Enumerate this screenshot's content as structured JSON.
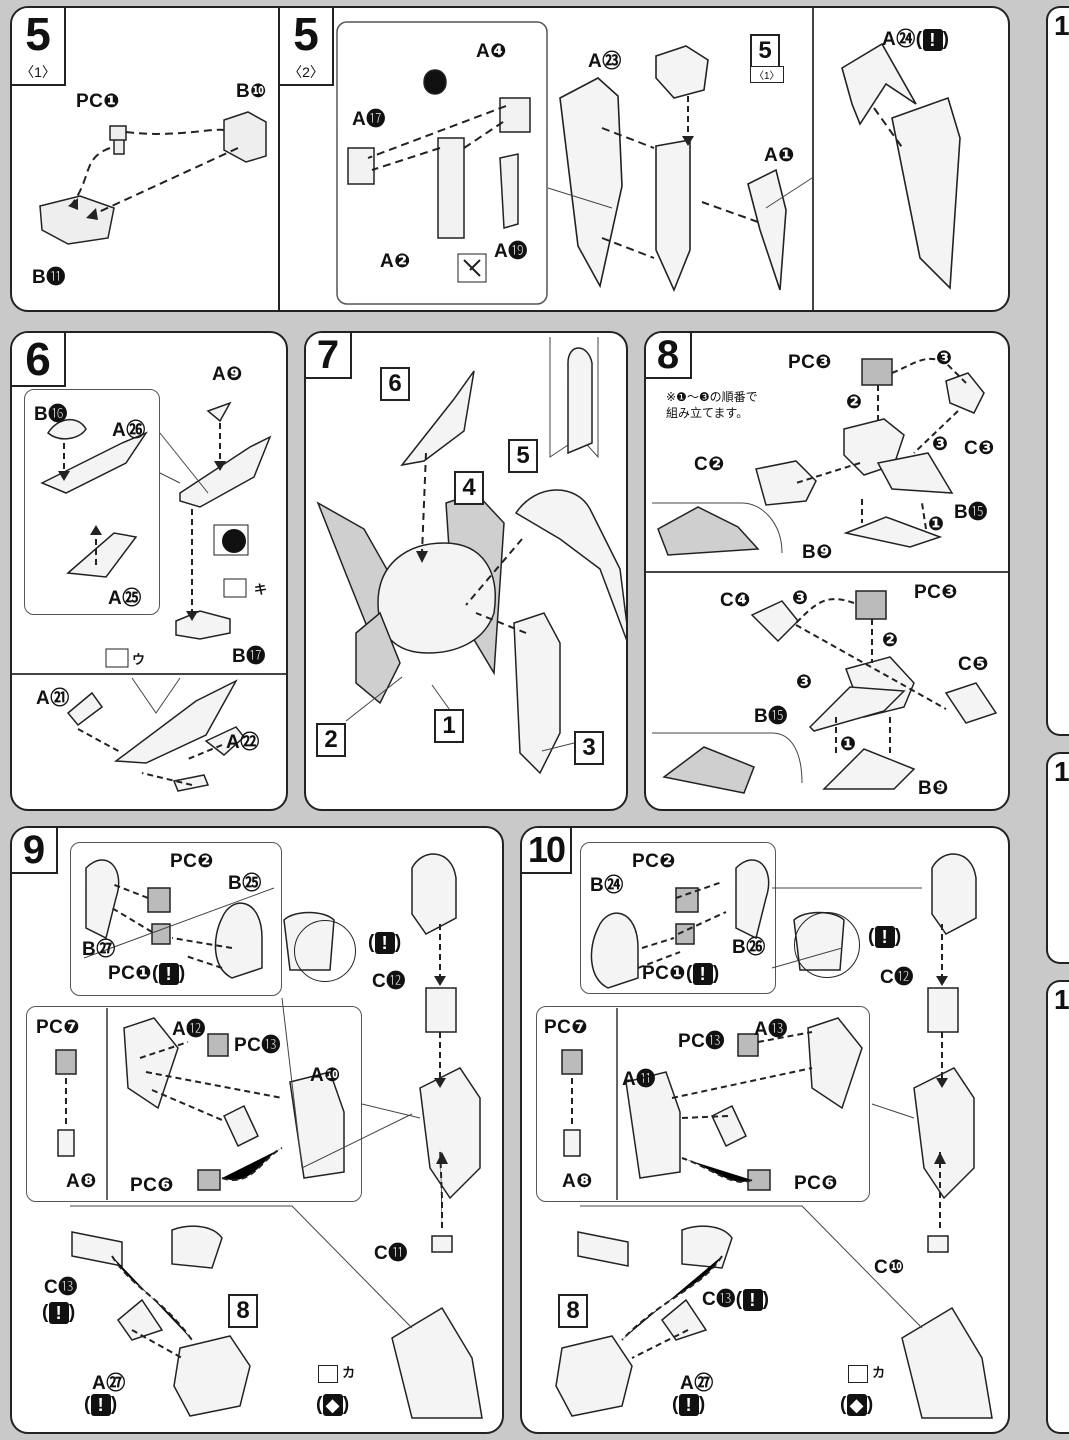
{
  "steps": {
    "s5a": {
      "num": "5",
      "sub": "〈1〉"
    },
    "s5b": {
      "num": "5",
      "sub": "〈2〉"
    },
    "s6": {
      "num": "6"
    },
    "s7": {
      "num": "7"
    },
    "s8": {
      "num": "8"
    },
    "s9": {
      "num": "9"
    },
    "s10": {
      "num": "10"
    }
  },
  "labels": {
    "s5a": [
      "PC❶",
      "B❿",
      "B⓫"
    ],
    "s5b": [
      "A❹",
      "A⓱",
      "A㉓",
      "A❷",
      "A⓳",
      "A❶",
      "A㉔(",
      ")"
    ],
    "s5b_ref": {
      "num": "5",
      "sub": "〈1〉"
    },
    "s6": [
      "A❾",
      "B⓰",
      "A㉖",
      "A㉕",
      "B⓱",
      "A㉑",
      "A㉒",
      "キ",
      "ウ"
    ],
    "s7": [
      "6",
      "4",
      "5",
      "2",
      "1",
      "3"
    ],
    "s8": [
      "PC❸",
      "C❸",
      "C❷",
      "B⓯",
      "B❾",
      "C❹",
      "PC❸",
      "C❺",
      "B⓯",
      "B❾"
    ],
    "s8_arrows": [
      "❸",
      "❷",
      "❸",
      "❶",
      "❸",
      "❷",
      "❸",
      "❶"
    ],
    "s8_note": [
      "※❶～❸の順番で",
      "組み立てます。"
    ],
    "s9": [
      "PC❷",
      "B㉕",
      "B㉗",
      "PC❶(",
      ")",
      "C⓬",
      "PC❼",
      "A⓬",
      "PC⓭",
      "A❿",
      "A❽",
      "PC❻",
      "C⓫",
      "C⓭",
      "(",
      ")",
      "8",
      "A㉗",
      "(",
      ")",
      "カ",
      "(",
      ")"
    ],
    "s10": [
      "PC❷",
      "B㉔",
      "B㉖",
      "PC❶(",
      ")",
      "C⓬",
      "PC❼",
      "PC⓭",
      "A⓭",
      "A⓫",
      "A❽",
      "PC❻",
      "C⓭(",
      ")",
      "C❿",
      "8",
      "A㉗",
      "(",
      ")",
      "カ",
      "(",
      ")"
    ],
    "warn_glyph": "!"
  },
  "right_strips": [
    "1",
    "1",
    "1"
  ]
}
